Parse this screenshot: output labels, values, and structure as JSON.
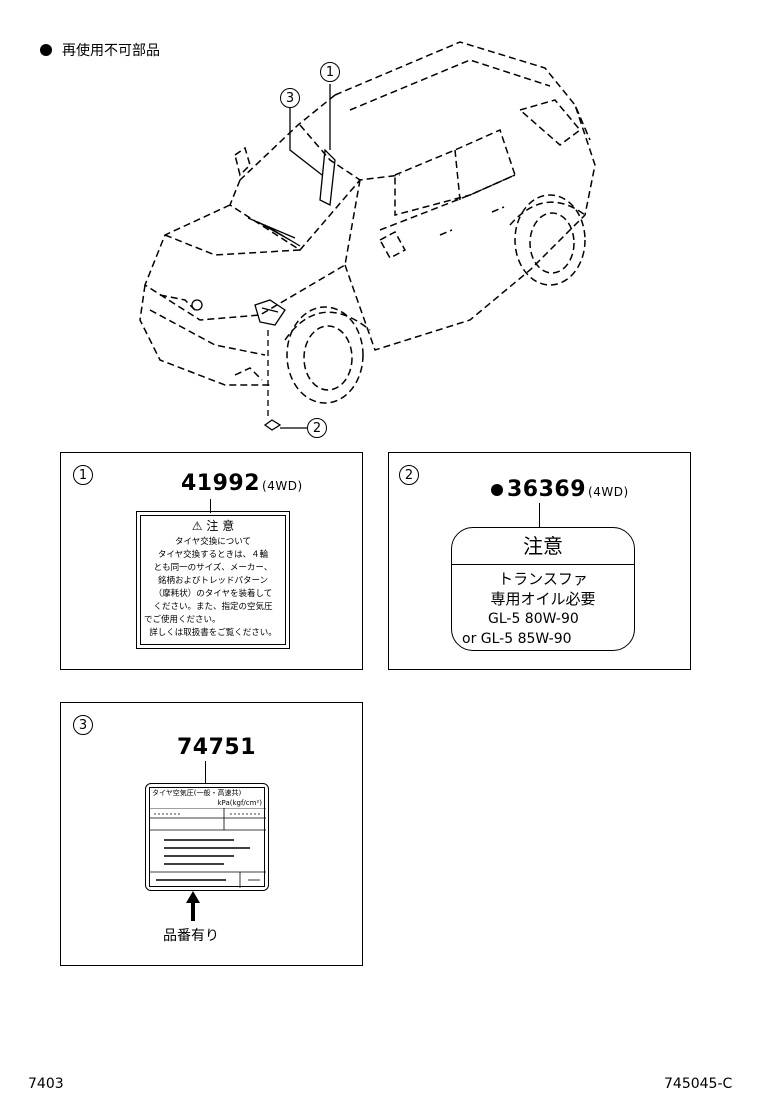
{
  "legend": {
    "text": "再使用不可部品"
  },
  "callouts": {
    "c1": "1",
    "c2": "2",
    "c3": "3"
  },
  "panels": [
    {
      "ref": "1",
      "part_no": "41992",
      "qualifier": "(4WD)",
      "label": {
        "title": "注 意",
        "lines": [
          "タイヤ交換について",
          "タイヤ交換するときは、４輪",
          "とも同一のサイズ、メーカー、",
          "銘柄およびトレッドパターン",
          "（摩耗状）のタイヤを装着して",
          "ください。また、指定の空気圧",
          "でご使用ください。",
          "詳しくは取扱書をご覧ください。"
        ]
      }
    },
    {
      "ref": "2",
      "part_no": "36369",
      "qualifier": "(4WD)",
      "label": {
        "title": "注意",
        "lines": [
          "トランスファ",
          "専用オイル必要",
          "GL-5  80W-90",
          "or GL-5  85W-90"
        ]
      }
    },
    {
      "ref": "3",
      "part_no": "74751",
      "qualifier": "",
      "label": {
        "header1": "タイヤ空気圧(一般・高速共)",
        "header2": "kPa(kgf/cm²)"
      },
      "note": "品番有り"
    }
  ],
  "footer": {
    "left": "7403",
    "right": "745045-C"
  },
  "icons": {
    "legend_marker": "filled-circle-icon",
    "reuse_marker": "filled-circle-icon",
    "warning": "warning-triangle-icon",
    "arrow": "arrow-up-icon"
  }
}
